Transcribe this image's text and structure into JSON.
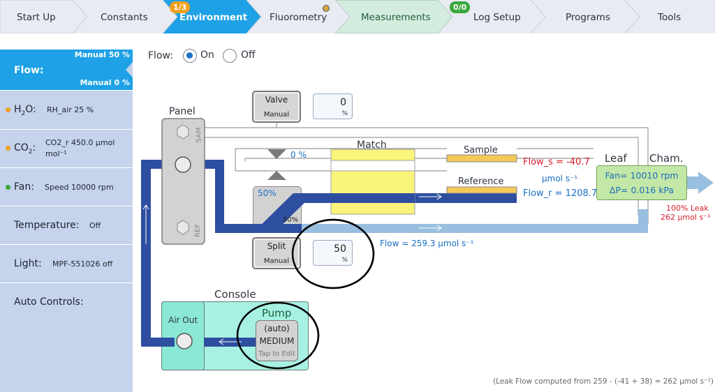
{
  "tabs": [
    {
      "label": "Start Up",
      "state": "normal"
    },
    {
      "label": "Constants",
      "state": "normal"
    },
    {
      "label": "Environment",
      "state": "active",
      "badge": "1/3"
    },
    {
      "label": "Fluorometry",
      "state": "normal",
      "indicator": "status-dot"
    },
    {
      "label": "Measurements",
      "state": "highlight"
    },
    {
      "label": "Log Setup",
      "state": "normal",
      "badge": "0/0"
    },
    {
      "label": "Programs",
      "state": "normal"
    },
    {
      "label": "Tools",
      "state": "normal"
    }
  ],
  "sidebar": {
    "flow": {
      "title": "Flow:",
      "value_top": "Manual 50 %",
      "value_bottom": "Manual 0 %"
    },
    "h2o": {
      "title_main": "H",
      "title_sub": "2",
      "title_end": "O:",
      "value": "RH_air 25 %",
      "dot_color": "#f0a020"
    },
    "co2": {
      "title_main": "CO",
      "title_sub": "2",
      "title_end": ":",
      "value_line1": "CO2_r 450.0 µmol",
      "value_line2": "mol⁻¹",
      "dot_color": "#f0a020"
    },
    "fan": {
      "title": "Fan:",
      "value": "Speed 10000 rpm",
      "dot_color": "#39a83c"
    },
    "temperature": {
      "title": "Temperature:",
      "value": "Off"
    },
    "light": {
      "title": "Light:",
      "value": "MPF-551026 off"
    },
    "auto_controls": {
      "title": "Auto Controls:"
    }
  },
  "flow_control": {
    "label": "Flow:",
    "on_label": "On",
    "off_label": "Off",
    "selected": "On"
  },
  "diagram": {
    "panel_label": "Panel",
    "sam_label": "SAM",
    "ref_label": "REF",
    "valve": {
      "title": "Valve",
      "mode": "Manual",
      "value": "0",
      "unit": "%"
    },
    "valve_pct": "0 %",
    "split": {
      "title": "Split",
      "mode": "Manual",
      "value": "50",
      "unit": "%"
    },
    "split_pct_top": "50%",
    "split_pct_bottom": "50%",
    "match_label": "Match",
    "sample_label": "Sample",
    "reference_label": "Reference",
    "flow_s": "Flow_s = -40.7",
    "flow_s_unit": "µmol s⁻¹",
    "flow_r": "Flow_r = 1208.7",
    "flow_total": "Flow = 259.3 µmol s⁻¹",
    "leaf_label": "Leaf",
    "cham_label": "Cham.",
    "fan_value": "Fan= 10010 rpm",
    "dp_value": "ΔP= 0.016 kPa",
    "leak_line1": "100% Leak",
    "leak_line2": "262 µmol s⁻¹",
    "console_label": "Console",
    "air_out_label": "Air Out",
    "pump_label": "Pump",
    "pump_mode": "(auto)",
    "pump_speed": "MEDIUM",
    "pump_hint": "Tap to Edit",
    "footnote": "(Leak Flow computed from 259 - (-41 + 38) = 262 µmol s⁻¹)"
  },
  "colors": {
    "tab_active": "#1ea1e6",
    "tab_measurements": "#d3ecde",
    "tube_dark": "#2e4fa0",
    "tube_light": "#98bfe0",
    "sidebar_bg": "#c5d3ec",
    "match_yellow": "#fbf47a",
    "leaf_green": "#c3e7a6",
    "console_teal": "#a7f1e2"
  }
}
